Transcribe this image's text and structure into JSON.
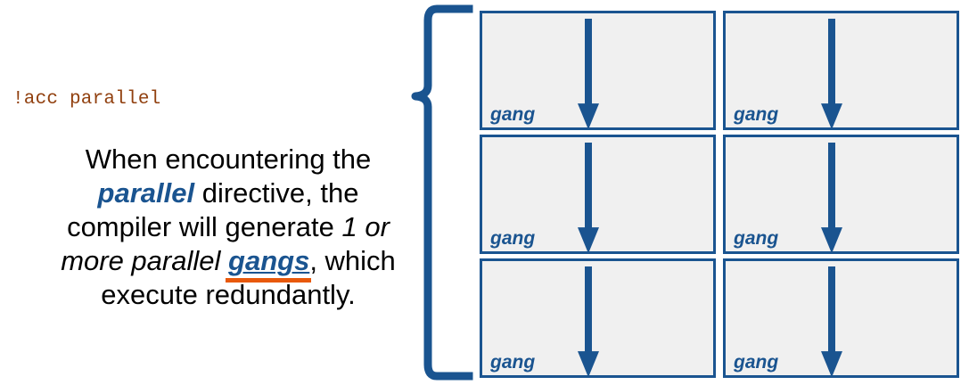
{
  "colors": {
    "blue": "#1a5490",
    "orange": "#e8590c",
    "code_brown": "#91400f",
    "box_fill": "#f0f0f0",
    "background": "#ffffff",
    "text": "#000000"
  },
  "left_panel": {
    "code_directive": "!acc parallel",
    "explanation": {
      "line1_plain": "When encountering the",
      "emphasis_parallel": "parallel",
      "line2_plain": " directive, the",
      "line3_plain": "compiler will generate",
      "emphasis_count": "1 or more parallel",
      "emphasis_gangs": "gangs",
      "line5_plain": ", which execute",
      "line6_plain": "redundantly."
    }
  },
  "brace": {
    "icon": "left-curly-brace-icon",
    "orientation": "opens-right",
    "color": "#1a5490"
  },
  "gang_grid": {
    "columns": 2,
    "rows": 3,
    "boxes": [
      {
        "label": "gang",
        "arrow": "down-arrow-icon"
      },
      {
        "label": "gang",
        "arrow": "down-arrow-icon"
      },
      {
        "label": "gang",
        "arrow": "down-arrow-icon"
      },
      {
        "label": "gang",
        "arrow": "down-arrow-icon"
      },
      {
        "label": "gang",
        "arrow": "down-arrow-icon"
      },
      {
        "label": "gang",
        "arrow": "down-arrow-icon"
      }
    ]
  }
}
